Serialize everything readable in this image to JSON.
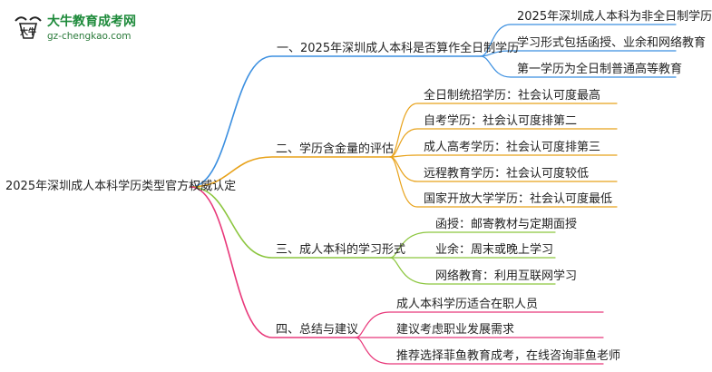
{
  "logo": {
    "name": "大牛教育成考网",
    "url": "gz-chengkao.com",
    "mark_text": "大牛",
    "color": "#1d8a3a",
    "icon": "bull-logo-icon"
  },
  "root": {
    "label": "2025年深圳成人本科学历类型官方权威认定"
  },
  "branches": [
    {
      "label": "一、2025年深圳成人本科是否算作全日制学历",
      "color": "#3b8fe0",
      "children": [
        "2025年深圳成人本科为非全日制学历",
        "学习形式包括函授、业余和网络教育",
        "第一学历为全日制普通高等教育"
      ]
    },
    {
      "label": "二、学历含金量的评估",
      "color": "#e8a21a",
      "children": [
        "全日制统招学历：社会认可度最高",
        "自考学历：社会认可度排第二",
        "成人高考学历：社会认可度排第三",
        "远程教育学历：社会认可度较低",
        "国家开放大学学历：社会认可度最低"
      ]
    },
    {
      "label": "三、成人本科的学习形式",
      "color": "#8cc63f",
      "children": [
        "函授：邮寄教材与定期面授",
        "业余：周末或晚上学习",
        "网络教育：利用互联网学习"
      ]
    },
    {
      "label": "四、总结与建议",
      "color": "#e8387a",
      "children": [
        "成人本科学历适合在职人员",
        "建议考虑职业发展需求",
        "推荐选择菲鱼教育成考，在线咨询菲鱼老师"
      ]
    }
  ]
}
